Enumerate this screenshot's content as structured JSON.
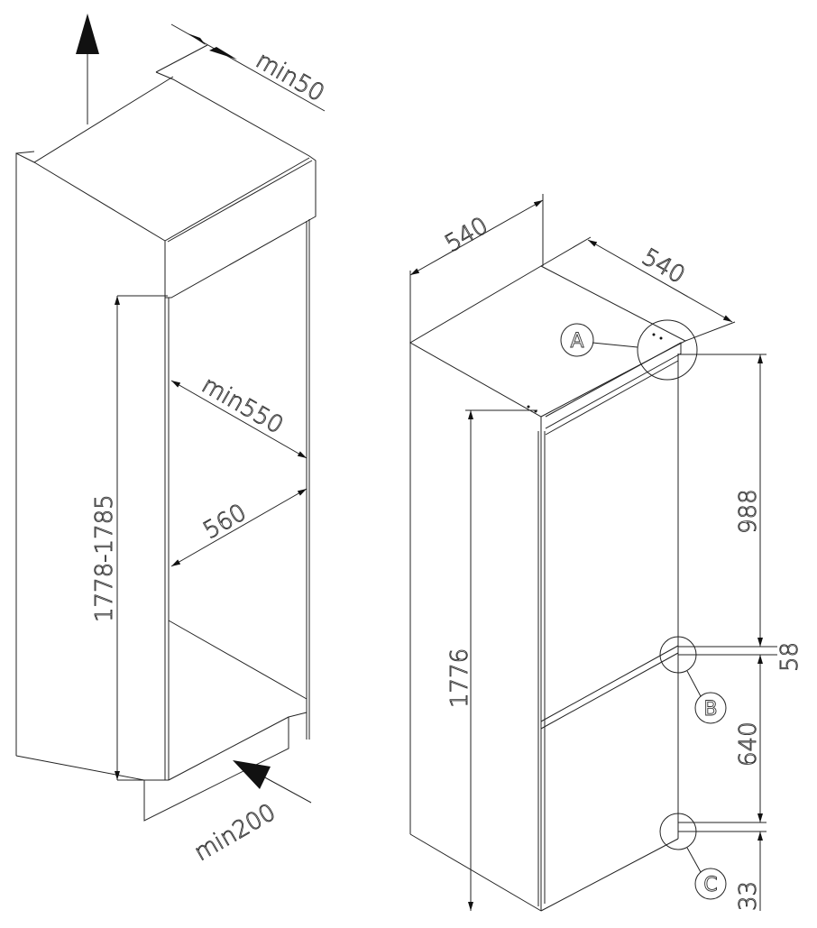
{
  "cabinet": {
    "top_clearance": "min50",
    "niche_height": "1778-1785",
    "niche_depth": "min550",
    "niche_width": "560",
    "vent_opening": "min200"
  },
  "appliance": {
    "width": "540",
    "depth": "540",
    "height": "1776",
    "upper_door": "988",
    "gap": "58",
    "lower_door": "640",
    "bottom": "33",
    "detail_labels": [
      "A",
      "B",
      "C"
    ]
  }
}
